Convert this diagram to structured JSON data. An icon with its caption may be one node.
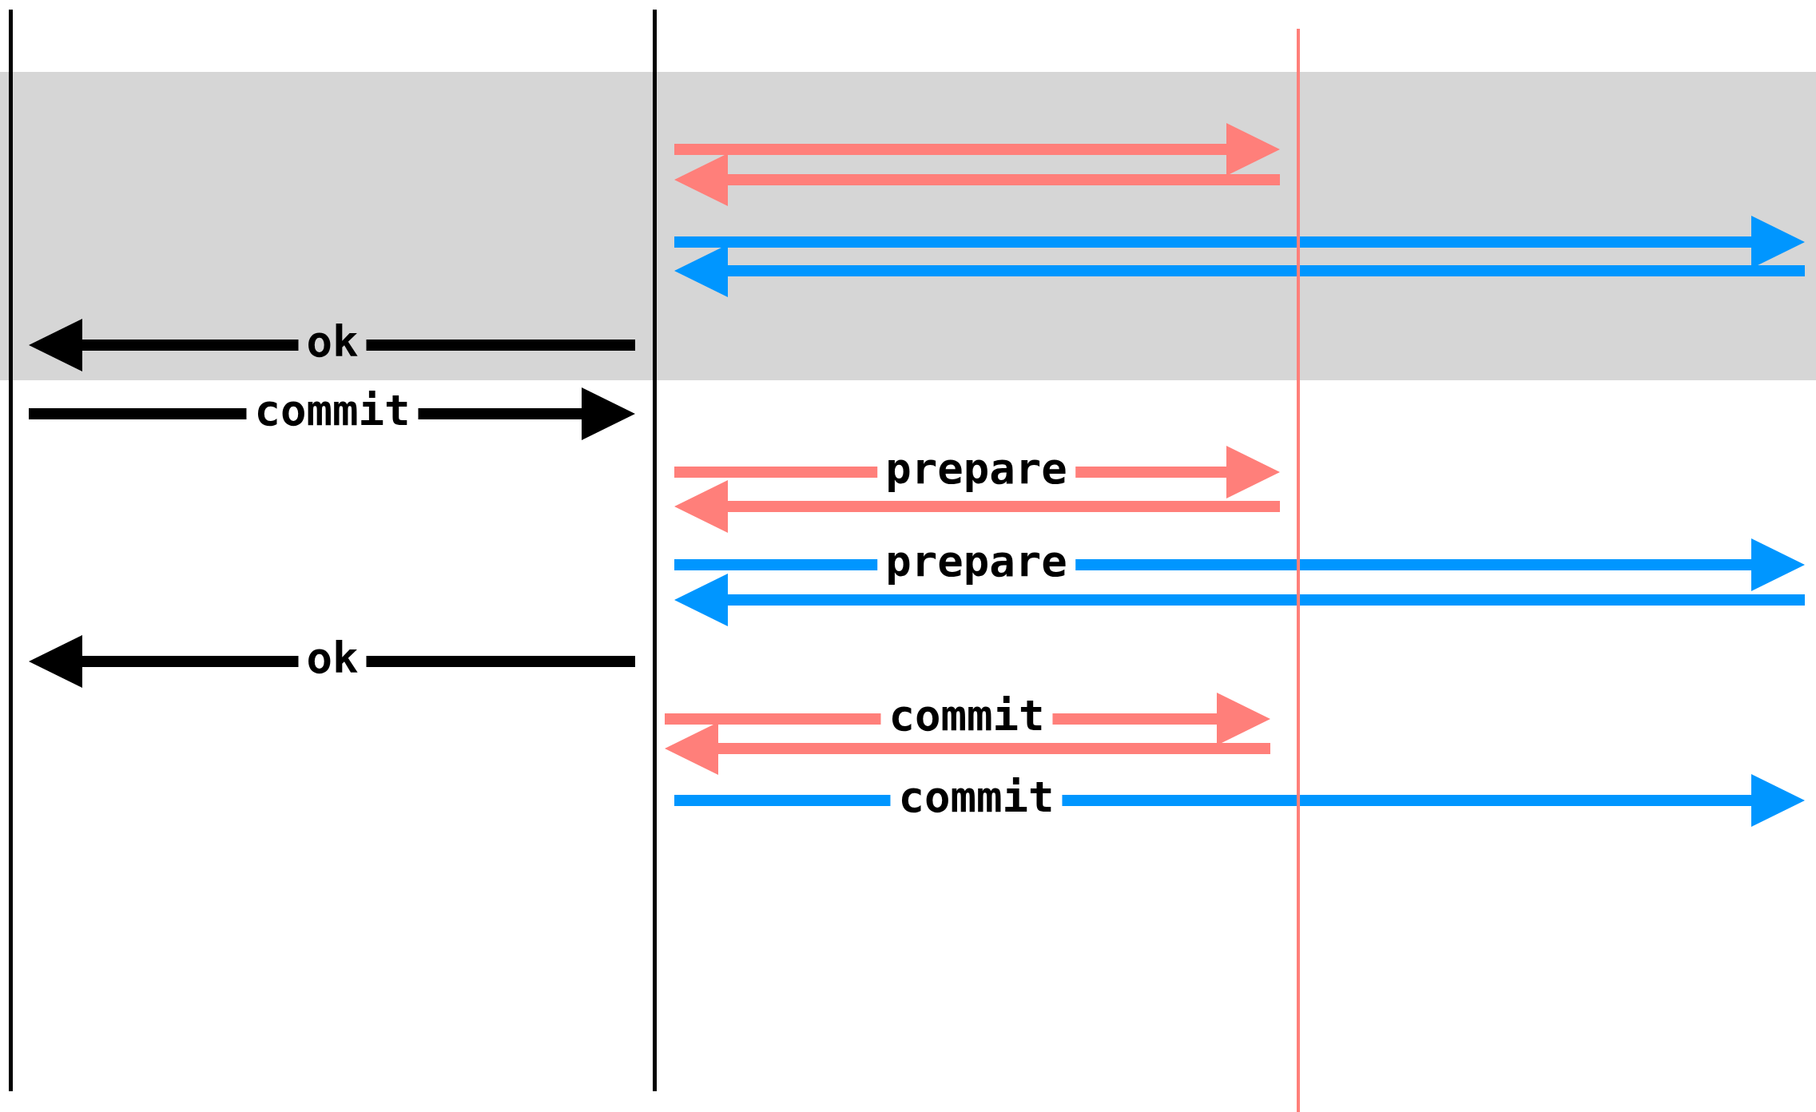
{
  "diagram": {
    "nodes": [
      {
        "text": [],
        "shape": "line"
      },
      {
        "text": [],
        "shape": "line"
      },
      {
        "text": [],
        "shape": "line"
      }
    ],
    "edges": [
      {
        "from": 1,
        "to": 2,
        "arrow": "to",
        "color": "#ff7f7a"
      },
      {
        "from": 2,
        "to": 1,
        "arrow": "to",
        "color": "#ff7f7a"
      },
      {
        "from": 1,
        "to": null,
        "arrow": "to",
        "color": "#0096ff"
      },
      {
        "from": null,
        "to": 1,
        "arrow": "to",
        "color": "#0096ff"
      },
      {
        "from": 1,
        "to": 0,
        "arrow": "to",
        "label": "ok",
        "color": "#000000"
      },
      {
        "from": 0,
        "to": 1,
        "arrow": "to",
        "label": "commit",
        "color": "#000000"
      },
      {
        "from": 1,
        "to": 2,
        "arrow": "to",
        "label": "prepare",
        "color": "#ff7f7a"
      },
      {
        "from": 2,
        "to": 1,
        "arrow": "to",
        "color": "#ff7f7a"
      },
      {
        "from": 1,
        "to": null,
        "arrow": "to",
        "label": "prepare",
        "color": "#0096ff"
      },
      {
        "from": null,
        "to": 1,
        "arrow": "to",
        "color": "#0096ff"
      },
      {
        "from": 1,
        "to": 0,
        "arrow": "to",
        "label": "ok",
        "color": "#000000"
      },
      {
        "from": 1,
        "to": 2,
        "arrow": "to",
        "label": "commit",
        "color": "#ff7f7a"
      },
      {
        "from": 2,
        "to": 1,
        "arrow": "to",
        "color": "#ff7f7a"
      },
      {
        "from": 1,
        "to": null,
        "arrow": "to",
        "label": "commit",
        "color": "#0096ff"
      }
    ]
  }
}
